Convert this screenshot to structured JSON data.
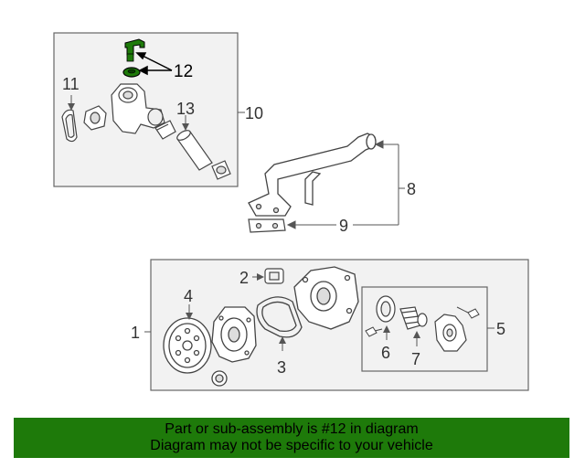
{
  "callouts": {
    "c1": "1",
    "c2": "2",
    "c3": "3",
    "c4": "4",
    "c5": "5",
    "c6": "6",
    "c7": "7",
    "c8": "8",
    "c9": "9",
    "c10": "10",
    "c11": "11",
    "c12": "12",
    "c13": "13"
  },
  "highlight_color": "#1e7a0a",
  "banner": {
    "line1": "Part or sub-assembly is #12 in diagram",
    "line2": "Diagram may not be specific to your vehicle"
  }
}
